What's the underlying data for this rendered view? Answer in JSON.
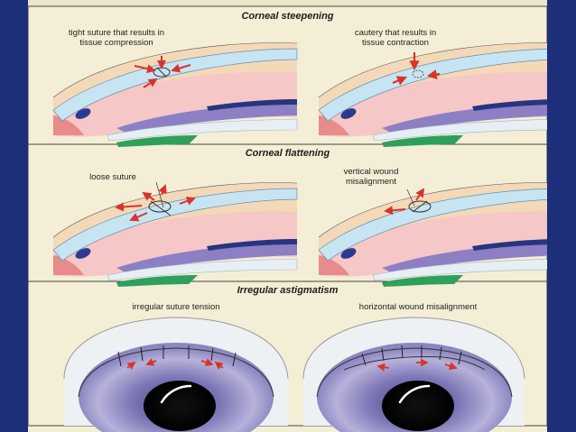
{
  "sections": [
    {
      "title": "Corneal steepening",
      "left_label": [
        "tight suture that results in",
        "tissue compression"
      ],
      "right_label": [
        "cautery that results in",
        "tissue contraction"
      ]
    },
    {
      "title": "Corneal flattening",
      "left_label": [
        "loose suture"
      ],
      "right_label": [
        "vertical wound",
        "misalignment"
      ]
    },
    {
      "title": "Irregular astigmatism",
      "left_label": [
        "irregular suture tension"
      ],
      "right_label": [
        "horizontal wound misalignment"
      ]
    }
  ],
  "icons": [
    "eye-cross-section",
    "eye-front-view",
    "suture",
    "cautery-arrow",
    "force-arrow"
  ],
  "colors": {
    "frame": "#1c2f78",
    "paper": "#f4eed6",
    "cornea": "#c7e4f2",
    "stroma": "#f6c7c7",
    "iris": "#8d7fc4",
    "arrow": "#d9342b",
    "iris_front": "#6f6aa6"
  }
}
